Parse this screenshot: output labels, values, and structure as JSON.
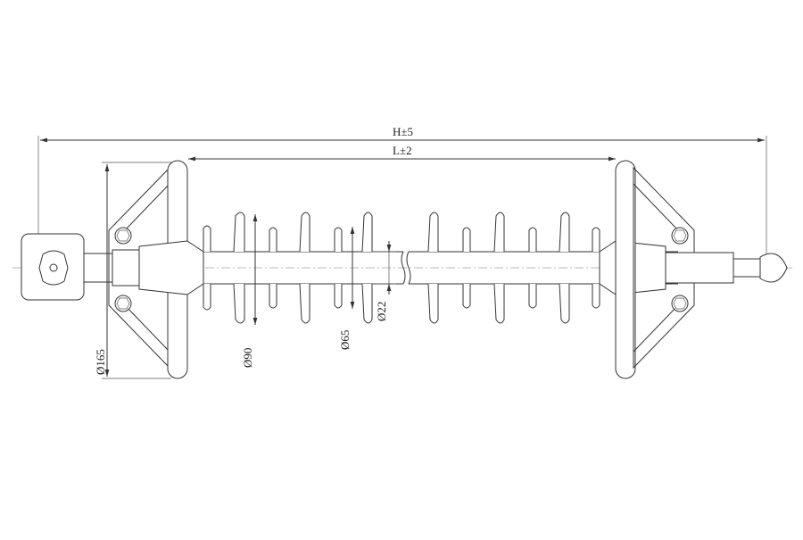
{
  "dimensions": {
    "overall_length": "H±5",
    "insulation_length": "L±2",
    "end_fitting_diameter": "Ø165",
    "large_shed_diameter": "Ø90",
    "small_shed_diameter": "Ø65",
    "core_rod_diameter": "Ø22"
  }
}
